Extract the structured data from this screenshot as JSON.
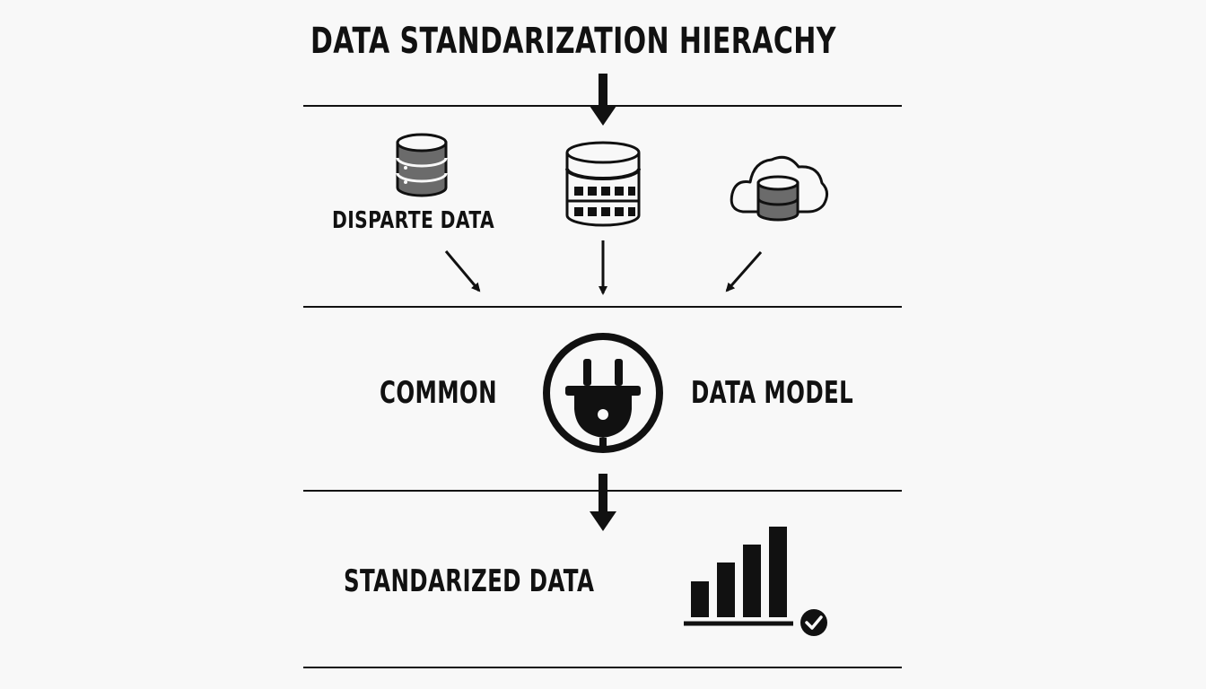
{
  "diagram": {
    "title": "DATA STANDARIZATION HIERACHY",
    "sources": {
      "label": "DISPARTE DATA",
      "icons": [
        "database-stack-icon",
        "server-database-icon",
        "cloud-database-icon"
      ]
    },
    "model": {
      "left_label": "COMMON",
      "right_label": "DATA MODEL",
      "icon": "plug-icon"
    },
    "output": {
      "label": "STANDARIZED DATA",
      "icon": "bar-chart-check-icon"
    },
    "colors": {
      "background": "#f8f8f8",
      "ink": "#111111",
      "icon_fill_gray": "#6b6b6b"
    }
  }
}
